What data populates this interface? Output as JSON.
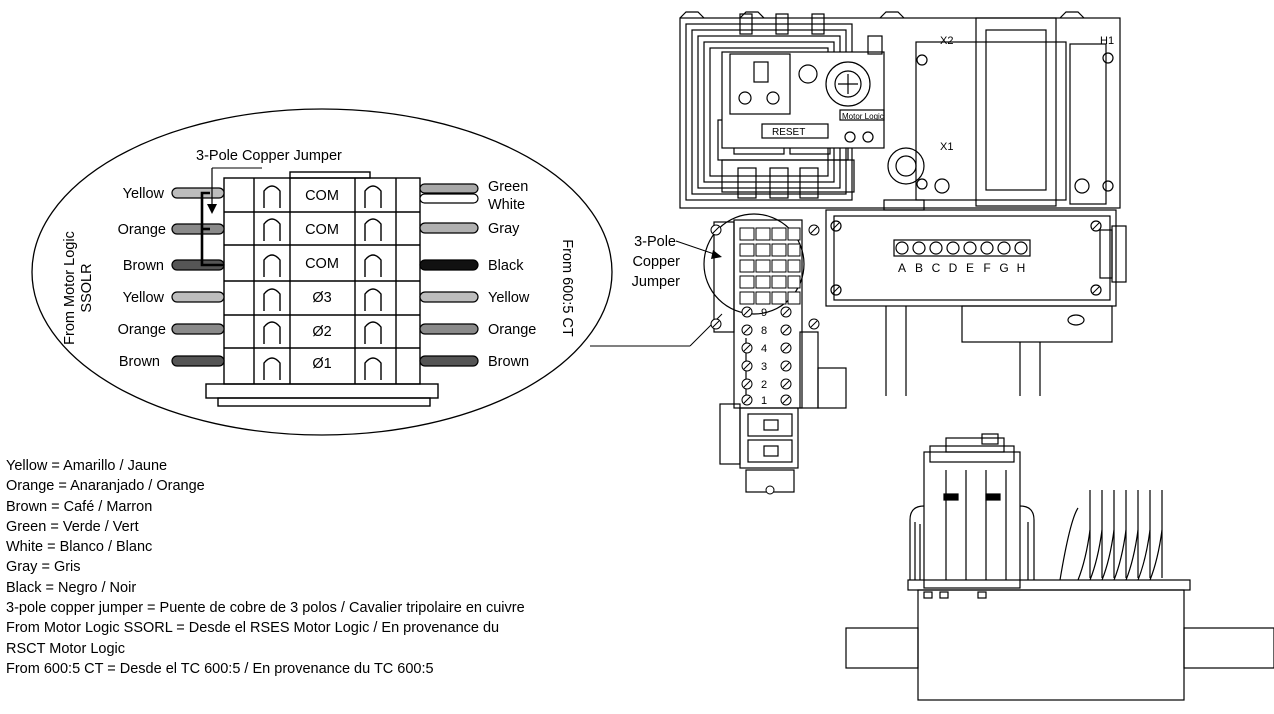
{
  "diagram": {
    "jumper_label": "3-Pole Copper Jumper",
    "left_side_label_line1": "From Motor Logic",
    "left_side_label_line2": "SSOLR",
    "right_side_label": "From 600:5 CT",
    "terminal_labels": [
      "COM",
      "COM",
      "COM",
      "Ø3",
      "Ø2",
      "Ø1"
    ],
    "left_wires": [
      "Yellow",
      "Orange",
      "Brown",
      "Yellow",
      "Orange",
      "Brown"
    ],
    "right_wires": [
      "Green",
      "White",
      "Gray",
      "Black",
      "Yellow",
      "Orange",
      "Brown"
    ],
    "callout_line1": "3-Pole",
    "callout_line2": "Copper",
    "callout_line3": "Jumper",
    "device_labels": {
      "h1": "H1",
      "x2": "X2",
      "x1": "X1",
      "reset": "RESET",
      "brand": "Motor Logic"
    },
    "terminal_block_letters": [
      "A",
      "B",
      "C",
      "D",
      "E",
      "F",
      "G",
      "H"
    ],
    "terminal_strip_numbers": [
      "9",
      "8",
      "4",
      "3",
      "2",
      "1"
    ]
  },
  "legend": [
    "Yellow = Amarillo / Jaune",
    "Orange = Anaranjado / Orange",
    "Brown = Café / Marron",
    "Green = Verde / Vert",
    "White = Blanco / Blanc",
    "Gray = Gris",
    "Black = Negro / Noir",
    "3-pole copper jumper = Puente de cobre de 3 polos / Cavalier tripolaire en cuivre",
    "From Motor Logic SSORL = Desde el RSES Motor Logic / En provenance du",
    "RSCT Motor Logic",
    "From 600:5 CT = Desde el TC 600:5 / En provenance du TC 600:5"
  ],
  "colors": {
    "yellow_wire": "#bdbdbd",
    "orange_wire": "#8a8a8a",
    "brown_wire": "#555555",
    "black_wire": "#111111",
    "white_wire": "#ffffff",
    "gray_wire": "#b0b0b0",
    "green_wire": "#a8a8a8"
  }
}
